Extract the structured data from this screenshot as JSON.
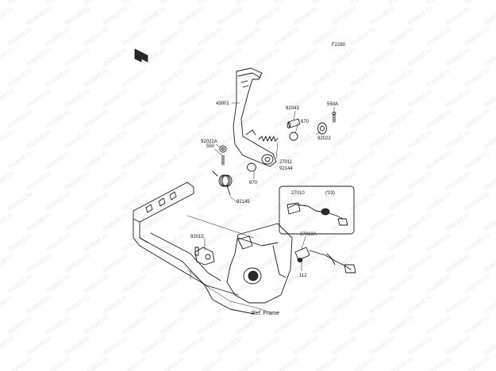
{
  "watermark": {
    "text": "motod.ru"
  },
  "figure_code": "F2280",
  "front_symbol": "FRONT",
  "ref_label": "Ref. Frame",
  "part_labels": {
    "p43001": "43001",
    "p92043": "92043",
    "p550A": "550A",
    "p670a": "670",
    "p92022A": "92022A",
    "p92022": "92022",
    "p550": "550",
    "p27011": "27011",
    "p92144": "92144",
    "p670b": "670",
    "p27010": "27010",
    "p03": "('03)",
    "p92145": "92145",
    "p92015": "92015",
    "p27010A": "27010A",
    "p112": "112"
  }
}
